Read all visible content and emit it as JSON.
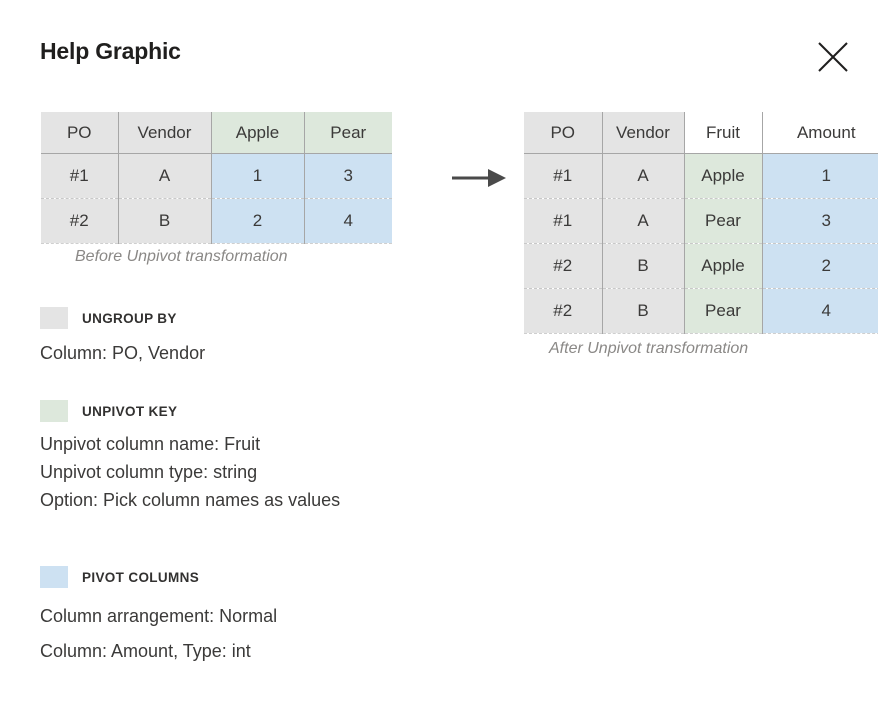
{
  "header": {
    "title": "Help Graphic",
    "close_icon": "close-icon"
  },
  "arrow": {
    "icon": "arrow-right-icon"
  },
  "colors": {
    "ungroup_by": "#e4e4e4",
    "unpivot_key": "#dde8dc",
    "pivot_columns": "#cde1f2",
    "border_solid": "#a6a6a6",
    "border_dashed": "#c8c8c8",
    "text": "#3b3a39",
    "caption": "#8a8886"
  },
  "before_table": {
    "caption": "Before Unpivot transformation",
    "columns": [
      {
        "label": "PO",
        "fill": "ungroup_by"
      },
      {
        "label": "Vendor",
        "fill": "ungroup_by"
      },
      {
        "label": "Apple",
        "fill": "unpivot_key"
      },
      {
        "label": "Pear",
        "fill": "unpivot_key"
      }
    ],
    "rows": [
      [
        "#1",
        "A",
        "1",
        "3"
      ],
      [
        "#2",
        "B",
        "2",
        "4"
      ]
    ]
  },
  "after_table": {
    "caption": "After Unpivot transformation",
    "columns": [
      {
        "label": "PO",
        "fill": "ungroup_by"
      },
      {
        "label": "Vendor",
        "fill": "ungroup_by"
      },
      {
        "label": "Fruit",
        "fill": "none"
      },
      {
        "label": "Amount",
        "fill": "none"
      }
    ],
    "rows": [
      [
        "#1",
        "A",
        "Apple",
        "1"
      ],
      [
        "#1",
        "A",
        "Pear",
        "3"
      ],
      [
        "#2",
        "B",
        "Apple",
        "2"
      ],
      [
        "#2",
        "B",
        "Pear",
        "4"
      ]
    ]
  },
  "legend": {
    "ungroup_by": {
      "label": "UNGROUP BY",
      "lines": [
        "Column: PO, Vendor"
      ]
    },
    "unpivot_key": {
      "label": "UNPIVOT KEY",
      "lines": [
        "Unpivot column name: Fruit",
        "Unpivot column type: string",
        "Option: Pick column names as values"
      ]
    },
    "pivot_columns": {
      "label": "PIVOT COLUMNS",
      "lines": [
        "Column arrangement: Normal",
        "Column: Amount, Type: int"
      ]
    }
  }
}
